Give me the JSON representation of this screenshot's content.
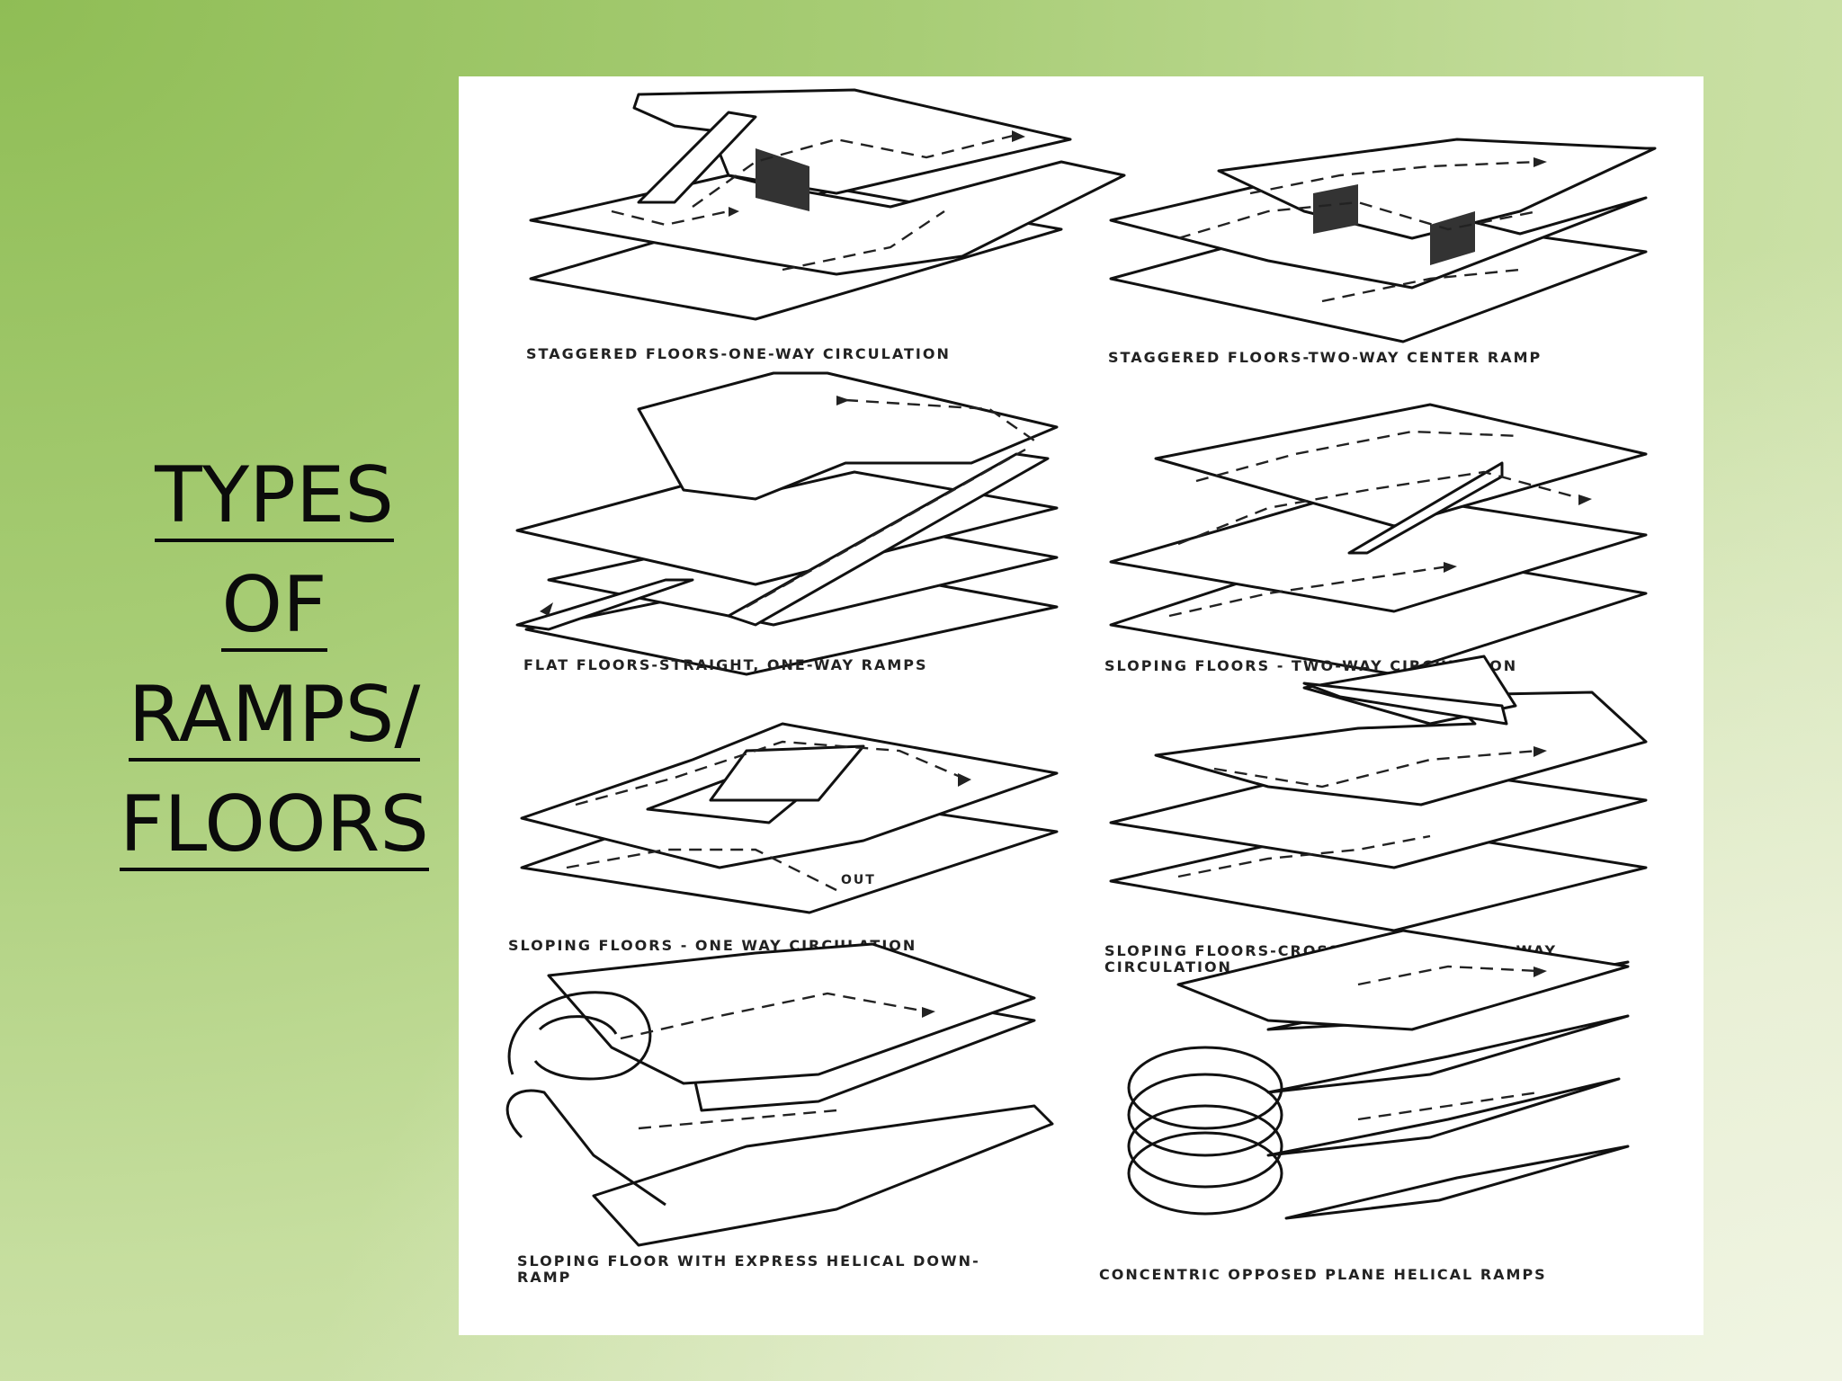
{
  "title_lines": [
    "TYPES",
    "OF",
    "RAMPS/",
    "FLOORS"
  ],
  "diagrams": [
    {
      "caption": "STAGGERED FLOORS-ONE-WAY CIRCULATION"
    },
    {
      "caption": "STAGGERED FLOORS-TWO-WAY CENTER RAMP"
    },
    {
      "caption": "FLAT FLOORS-STRAIGHT, ONE-WAY RAMPS"
    },
    {
      "caption": "SLOPING FLOORS - TWO-WAY CIRCULATION"
    },
    {
      "caption": "SLOPING FLOORS - ONE WAY CIRCULATION",
      "label": "OUT"
    },
    {
      "caption_lines": [
        "SLOPING FLOORS-CROSS CONNECTED ONE-WAY",
        "CIRCULATION"
      ]
    },
    {
      "caption_lines": [
        "SLOPING FLOOR WITH EXPRESS HELICAL DOWN-",
        "RAMP"
      ]
    },
    {
      "caption": "CONCENTRIC OPPOSED PLANE HELICAL RAMPS"
    }
  ],
  "colors": {
    "text": "#0b0b0b",
    "panel": "#ffffff",
    "bg_green": "#8fbd55",
    "bg_light": "#f4f7ea"
  }
}
